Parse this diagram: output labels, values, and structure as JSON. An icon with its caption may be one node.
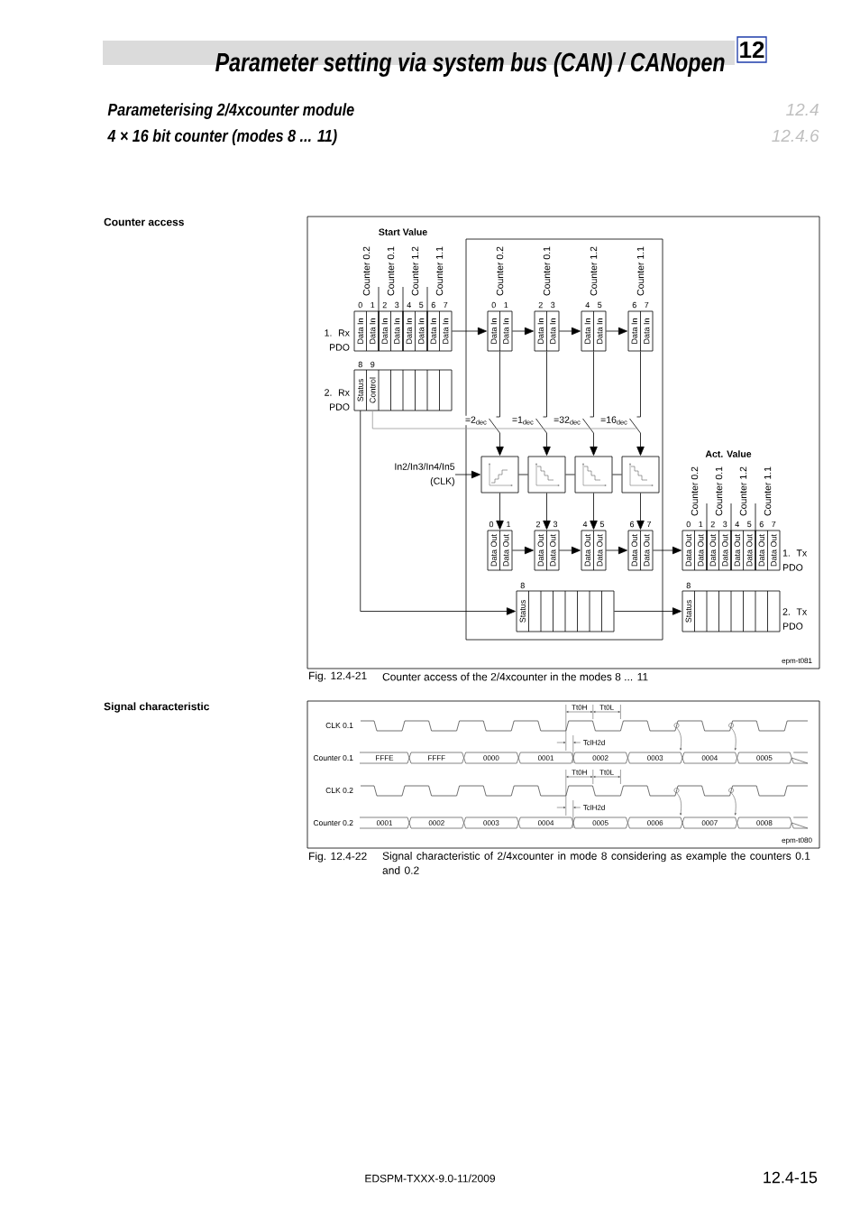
{
  "diagram": {
    "title": "Parameter setting via system bus (CAN) / CANopen",
    "nodes": [
      {
        "text": [],
        "shape": "box"
      },
      {
        "text": [
          "Data In",
          "Data In",
          "Data In",
          "Data In",
          "Data In",
          "Data In",
          "Data In",
          "Data In"
        ],
        "beside": [
          "Start Value",
          "Counter 0.2",
          "Counter 0.1",
          "Counter 1.2",
          "Counter 1.1",
          "0",
          "1",
          "2",
          "3",
          "4",
          "5",
          "6",
          "7",
          "1. Rx PDO"
        ]
      },
      {
        "text": [
          "Status",
          "Control"
        ],
        "beside": [
          "8",
          "9",
          "2. Rx PDO"
        ]
      },
      {
        "text": [
          "Data In",
          "Data In"
        ],
        "in": 0,
        "beside": [
          "Counter 0.2",
          "0",
          "1"
        ]
      },
      {
        "text": [
          "Data In",
          "Data In"
        ],
        "in": 0,
        "beside": [
          "Counter 0.1",
          "2",
          "3"
        ]
      },
      {
        "text": [
          "Data In",
          "Data In"
        ],
        "in": 0,
        "beside": [
          "Counter 1.2",
          "4",
          "5"
        ]
      },
      {
        "text": [
          "Data In",
          "Data In"
        ],
        "in": 0,
        "beside": [
          "Counter 1.1",
          "6",
          "7"
        ]
      },
      {
        "text": [],
        "shape": "box",
        "in": 0
      },
      {
        "text": [],
        "shape": "box",
        "in": 0
      },
      {
        "text": [],
        "shape": "box",
        "in": 0
      },
      {
        "text": [],
        "shape": "box",
        "in": 0
      },
      {
        "text": [
          "Data Out",
          "Data Out"
        ],
        "in": 0,
        "beside": [
          "0",
          "1"
        ]
      },
      {
        "text": [
          "Data Out",
          "Data Out"
        ],
        "in": 0,
        "beside": [
          "2",
          "3"
        ]
      },
      {
        "text": [
          "Data Out",
          "Data Out"
        ],
        "in": 0,
        "beside": [
          "4",
          "5"
        ]
      },
      {
        "text": [
          "Data Out",
          "Data Out"
        ],
        "in": 0,
        "beside": [
          "6",
          "7"
        ]
      },
      {
        "text": [
          "Status"
        ],
        "in": 0,
        "beside": [
          "8"
        ]
      },
      {
        "text": [
          "Data Out",
          "Data Out",
          "Data Out",
          "Data Out",
          "Data Out",
          "Data Out",
          "Data Out",
          "Data Out"
        ],
        "beside": [
          "Act. Value",
          "Counter 0.2",
          "Counter 0.1",
          "Counter 1.2",
          "Counter 1.1",
          "0",
          "1",
          "2",
          "3",
          "4",
          "5",
          "6",
          "7",
          "1. Tx PDO"
        ]
      },
      {
        "text": [
          "Status"
        ],
        "beside": [
          "8",
          "2. Tx PDO"
        ]
      },
      {
        "text": [
          "In2/In3/In4/In5 (CLK)"
        ]
      }
    ],
    "edges": [
      {
        "from": 1,
        "to": 3,
        "arrow": "to"
      },
      {
        "from": 3,
        "to": 4,
        "arrow": "to"
      },
      {
        "from": 4,
        "to": 5,
        "arrow": "to"
      },
      {
        "from": 5,
        "to": 6,
        "arrow": "to"
      },
      {
        "from": 3,
        "to": 7,
        "arrow": "to",
        "label": "=2$_{dec}$"
      },
      {
        "from": 4,
        "to": 8,
        "arrow": "to",
        "label": "=1$_{dec}$"
      },
      {
        "from": 5,
        "to": 9,
        "arrow": "to",
        "label": "=32$_{dec}$"
      },
      {
        "from": 6,
        "to": 10,
        "arrow": "to",
        "label": "=16$_{dec}$"
      },
      {
        "from": 2,
        "to": null,
        "arrow": "none",
        "color": "#999999"
      },
      {
        "from": 18,
        "to": 7,
        "arrow": "to"
      },
      {
        "from": 7,
        "to": 8,
        "arrow": "none"
      },
      {
        "from": 8,
        "to": 9,
        "arrow": "none"
      },
      {
        "from": 9,
        "to": 10,
        "arrow": "none"
      },
      {
        "from": 7,
        "to": 11,
        "arrow": "to"
      },
      {
        "from": 8,
        "to": 12,
        "arrow": "to"
      },
      {
        "from": 9,
        "to": 13,
        "arrow": "to"
      },
      {
        "from": 10,
        "to": 14,
        "arrow": "to"
      },
      {
        "from": 11,
        "to": 12,
        "arrow": "to"
      },
      {
        "from": 12,
        "to": 13,
        "arrow": "to"
      },
      {
        "from": 13,
        "to": 14,
        "arrow": "to"
      },
      {
        "from": 14,
        "to": 16,
        "arrow": "to"
      },
      {
        "from": 2,
        "to": 15,
        "arrow": "to"
      },
      {
        "from": 15,
        "to": 17,
        "arrow": "to"
      }
    ],
    "labels": [
      "12",
      "Parameterising 2/4xcounter module",
      "12.4",
      "4 × 16 bit counter (modes 8 ... 11)",
      "12.4.6",
      "Counter access",
      "epm-t081",
      "Fig. 12.4-21",
      "Counter access of the 2/4xcounter in the modes 8 ... 11",
      "Signal characteristic",
      "Tt0H",
      "Tt0L",
      "CLK 0.1",
      "TclH2d",
      "Counter 0.1",
      "FFFE",
      "FFFF",
      "0000",
      "0001",
      "0002",
      "0003",
      "0004",
      "0005",
      "Tt0H",
      "Tt0L",
      "CLK 0.2",
      "TclH2d",
      "Counter 0.2",
      "0001",
      "0002",
      "0003",
      "0004",
      "0005",
      "0006",
      "0007",
      "0008",
      "epm-t080",
      "Fig. 12.4-22",
      "Signal characteristic of 2/4xcounter in mode 8 considering as example the counters 0.1 and 0.2",
      "EDSPM-TXXX-9.0-11/2009",
      "12.4-15"
    ]
  }
}
